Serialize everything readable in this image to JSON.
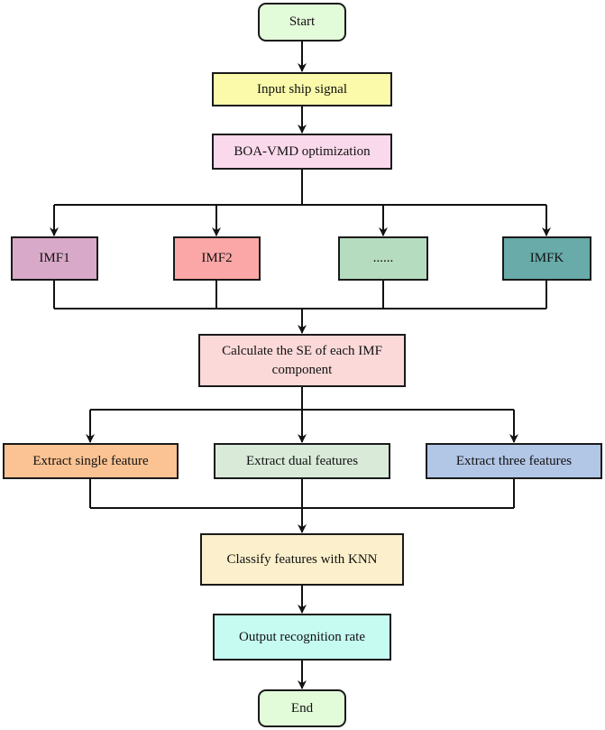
{
  "nodes": {
    "start": {
      "label": "Start",
      "color": "#e2fbd9"
    },
    "input": {
      "label": "Input ship signal",
      "color": "#fbfaaa"
    },
    "boa": {
      "label": "BOA-VMD optimization",
      "color": "#fbd9ec"
    },
    "imf1": {
      "label": "IMF1",
      "color": "#d9a9c9"
    },
    "imf2": {
      "label": "IMF2",
      "color": "#fca7a7"
    },
    "imf_dots": {
      "label": "......",
      "color": "#b6dcbf"
    },
    "imfk": {
      "label": "IMFK",
      "color": "#68aba9"
    },
    "calc": {
      "label": "Calculate the SE of each IMF component",
      "color": "#fcd9d9"
    },
    "single": {
      "label": "Extract single feature",
      "color": "#fbc393"
    },
    "dual": {
      "label": "Extract dual features",
      "color": "#d9ead9"
    },
    "three": {
      "label": "Extract three features",
      "color": "#b2c6e6"
    },
    "classify": {
      "label": "Classify features with KNN",
      "color": "#fcf0cc"
    },
    "output": {
      "label": "Output recognition rate",
      "color": "#c6fbf2"
    },
    "end": {
      "label": "End",
      "color": "#e2fbd9"
    }
  }
}
